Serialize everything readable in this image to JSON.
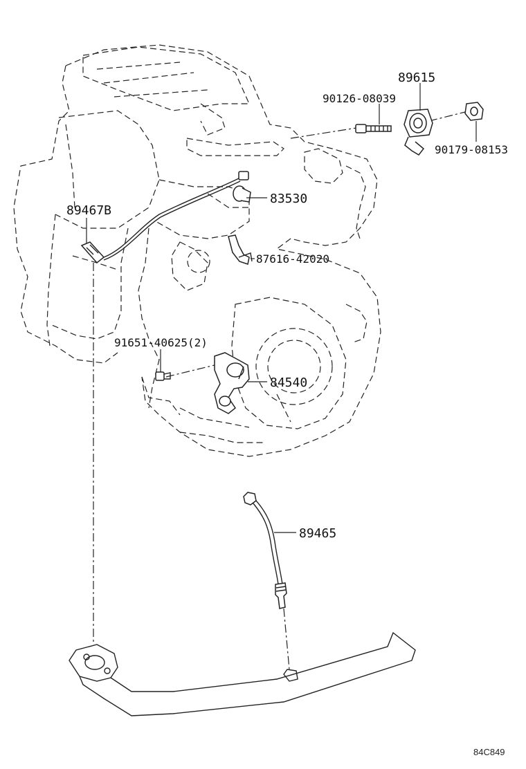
{
  "parts": {
    "knock_sensor": "89615",
    "stud_bolt": "90126-08039",
    "nut": "90179-08153",
    "oil_pressure_switch": "83530",
    "oxygen_sensor_b": "89467B",
    "clamp": "87616-42020",
    "bolt": "91651-40625(2)",
    "neutral_start_switch": "84540",
    "oxygen_sensor": "89465"
  },
  "reference_code": "84C849"
}
